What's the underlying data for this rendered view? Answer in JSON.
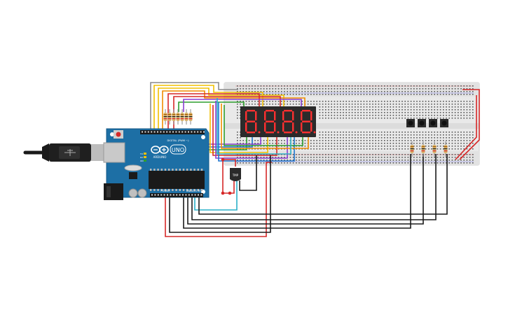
{
  "board": {
    "brand": "ARDUINO",
    "model": "UNO",
    "digital_header_label": "DIGITAL (PWM ~)",
    "power_label": "POWER",
    "analog_label": "ANALOG IN",
    "on_label": "ON",
    "tx_label": "TX",
    "rx_label": "RX"
  },
  "sensor": {
    "label": "TMP"
  },
  "colors": {
    "arduino_blue": "#1d6fa5",
    "breadboard": "#e8e8e8",
    "display_body": "#2b2b2b",
    "segment_on": "#ff3030",
    "wire_red": "#d62828",
    "wire_black": "#1a1a1a",
    "wire_yellow": "#f0c000",
    "wire_orange": "#f08c00",
    "wire_green": "#2e9e2e",
    "wire_blue": "#1f77d0",
    "wire_purple": "#8a3fd1",
    "wire_gray": "#8c8c8c",
    "wire_cyan": "#2ab0c8"
  },
  "icons": [
    "usb-plug-icon",
    "arduino-logo-icon",
    "reset-button-icon",
    "dc-jack-icon"
  ]
}
